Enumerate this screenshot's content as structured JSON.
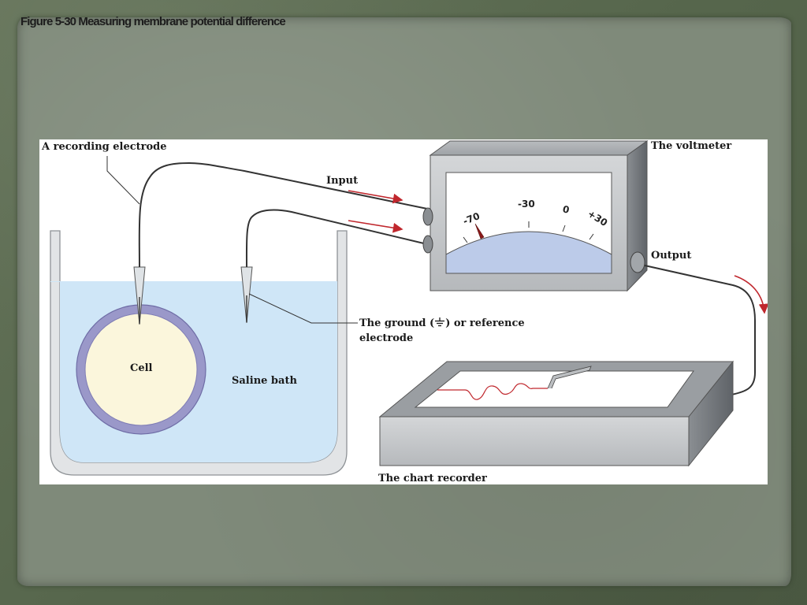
{
  "slide": {
    "title": "Figure 5-30  Measuring membrane potential difference"
  },
  "diagram": {
    "labels": {
      "recording_electrode": "A recording electrode",
      "voltmeter": "The voltmeter",
      "input": "Input",
      "output": "Output",
      "ground_prefix": "The ground (",
      "ground_suffix": ") or reference",
      "ground_line2": "electrode",
      "cell": "Cell",
      "saline_bath": "Saline bath",
      "chart_recorder": "The chart recorder"
    },
    "voltmeter_scale": {
      "ticks": [
        "-70",
        "-30",
        "0",
        "+30"
      ],
      "reading": "-70"
    },
    "colors": {
      "bath": "#cfe6f7",
      "cell_membrane": "#9a98c9",
      "cell_interior": "#fbf6dc",
      "dial_face": "#bccbe9",
      "needle": "#8b1a1a",
      "arrow": "#c0272d",
      "trace": "#c0272d"
    },
    "icons": {
      "ground_symbol": "ground-symbol-icon"
    }
  }
}
